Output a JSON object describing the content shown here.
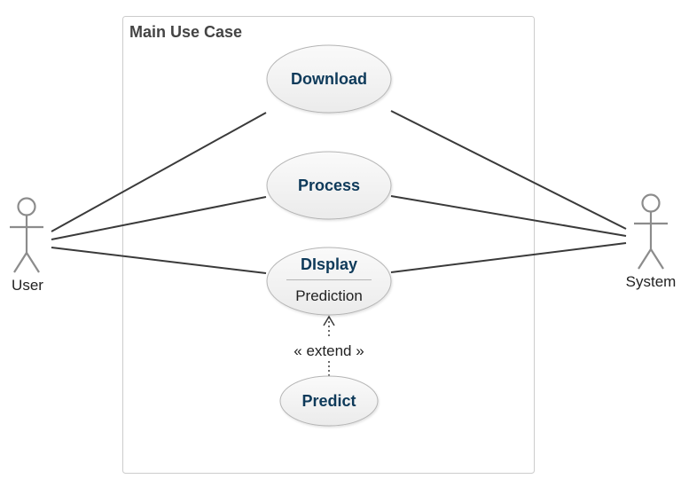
{
  "boundary": {
    "title": "Main Use Case"
  },
  "actors": [
    {
      "id": "user",
      "label": "User"
    },
    {
      "id": "system",
      "label": "System"
    }
  ],
  "use_cases": [
    {
      "id": "download",
      "label": "Download"
    },
    {
      "id": "process",
      "label": "Process"
    },
    {
      "id": "display",
      "label": "DIsplay",
      "section": "Prediction"
    },
    {
      "id": "predict",
      "label": "Predict"
    }
  ],
  "relations": [
    {
      "from": "user",
      "to": "download",
      "type": "association"
    },
    {
      "from": "user",
      "to": "process",
      "type": "association"
    },
    {
      "from": "user",
      "to": "display",
      "type": "association"
    },
    {
      "from": "system",
      "to": "download",
      "type": "association"
    },
    {
      "from": "system",
      "to": "process",
      "type": "association"
    },
    {
      "from": "system",
      "to": "display",
      "type": "association"
    },
    {
      "from": "predict",
      "to": "display",
      "type": "extend",
      "label": "« extend »"
    }
  ],
  "colors": {
    "use_case_text": "#0e3a5a",
    "use_case_fill_top": "#fafafa",
    "use_case_fill_bottom": "#ececec",
    "use_case_stroke": "#b5b5b5",
    "actor_stroke": "#8c8c8c",
    "line": "#3a3a3a",
    "boundary_stroke": "#cccccc"
  }
}
